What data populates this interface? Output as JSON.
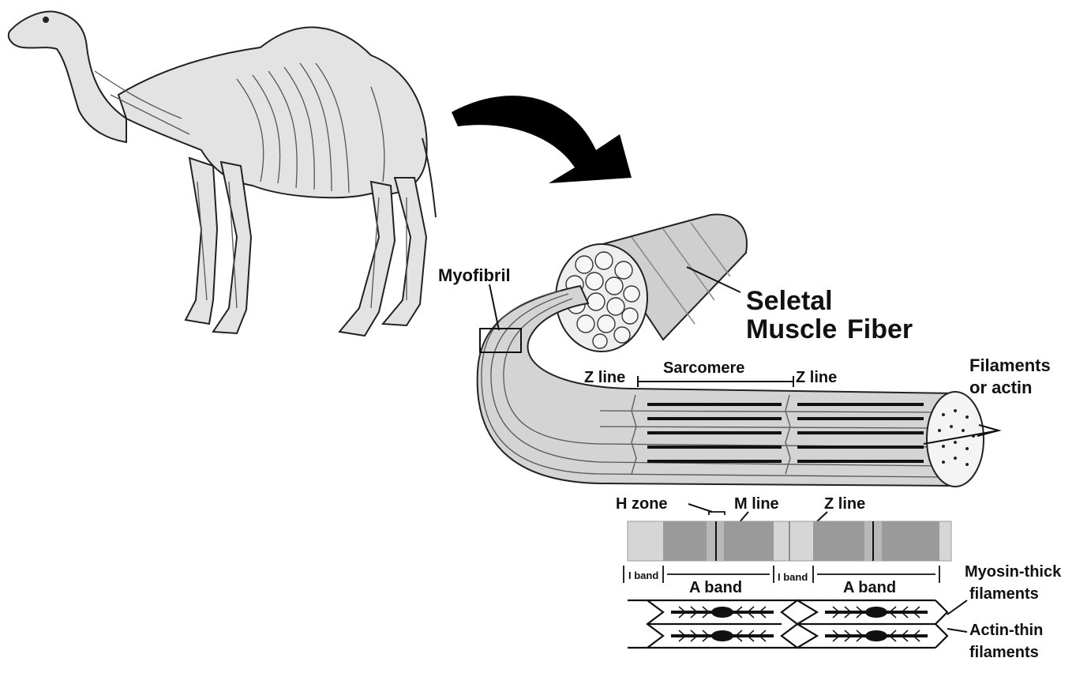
{
  "labels": {
    "myofibril": "Myofibril",
    "fiber_line1": "Seletal",
    "fiber_line2_a": "Muscle",
    "fiber_line2_b": "Fiber",
    "z_line_left": "Z line",
    "sarcomere": "Sarcomere",
    "z_line_right": "Z line",
    "filaments_line1": "Filaments",
    "filaments_line2": "or actin",
    "h_zone": "H zone",
    "m_line": "M line",
    "z_line_bottom": "Z line",
    "i_band_1": "I band",
    "a_band_1": "A band",
    "i_band_2": "I band",
    "a_band_2": "A band",
    "myosin_line1": "Myosin-thick",
    "myosin_line2": "filaments",
    "actin_line1": "Actin-thin",
    "actin_line2": "filaments"
  },
  "colors": {
    "ink": "#111111",
    "fiber_fill": "#d9d9d9",
    "band_dark": "#9a9a9a",
    "band_light": "#d6d6d6"
  }
}
